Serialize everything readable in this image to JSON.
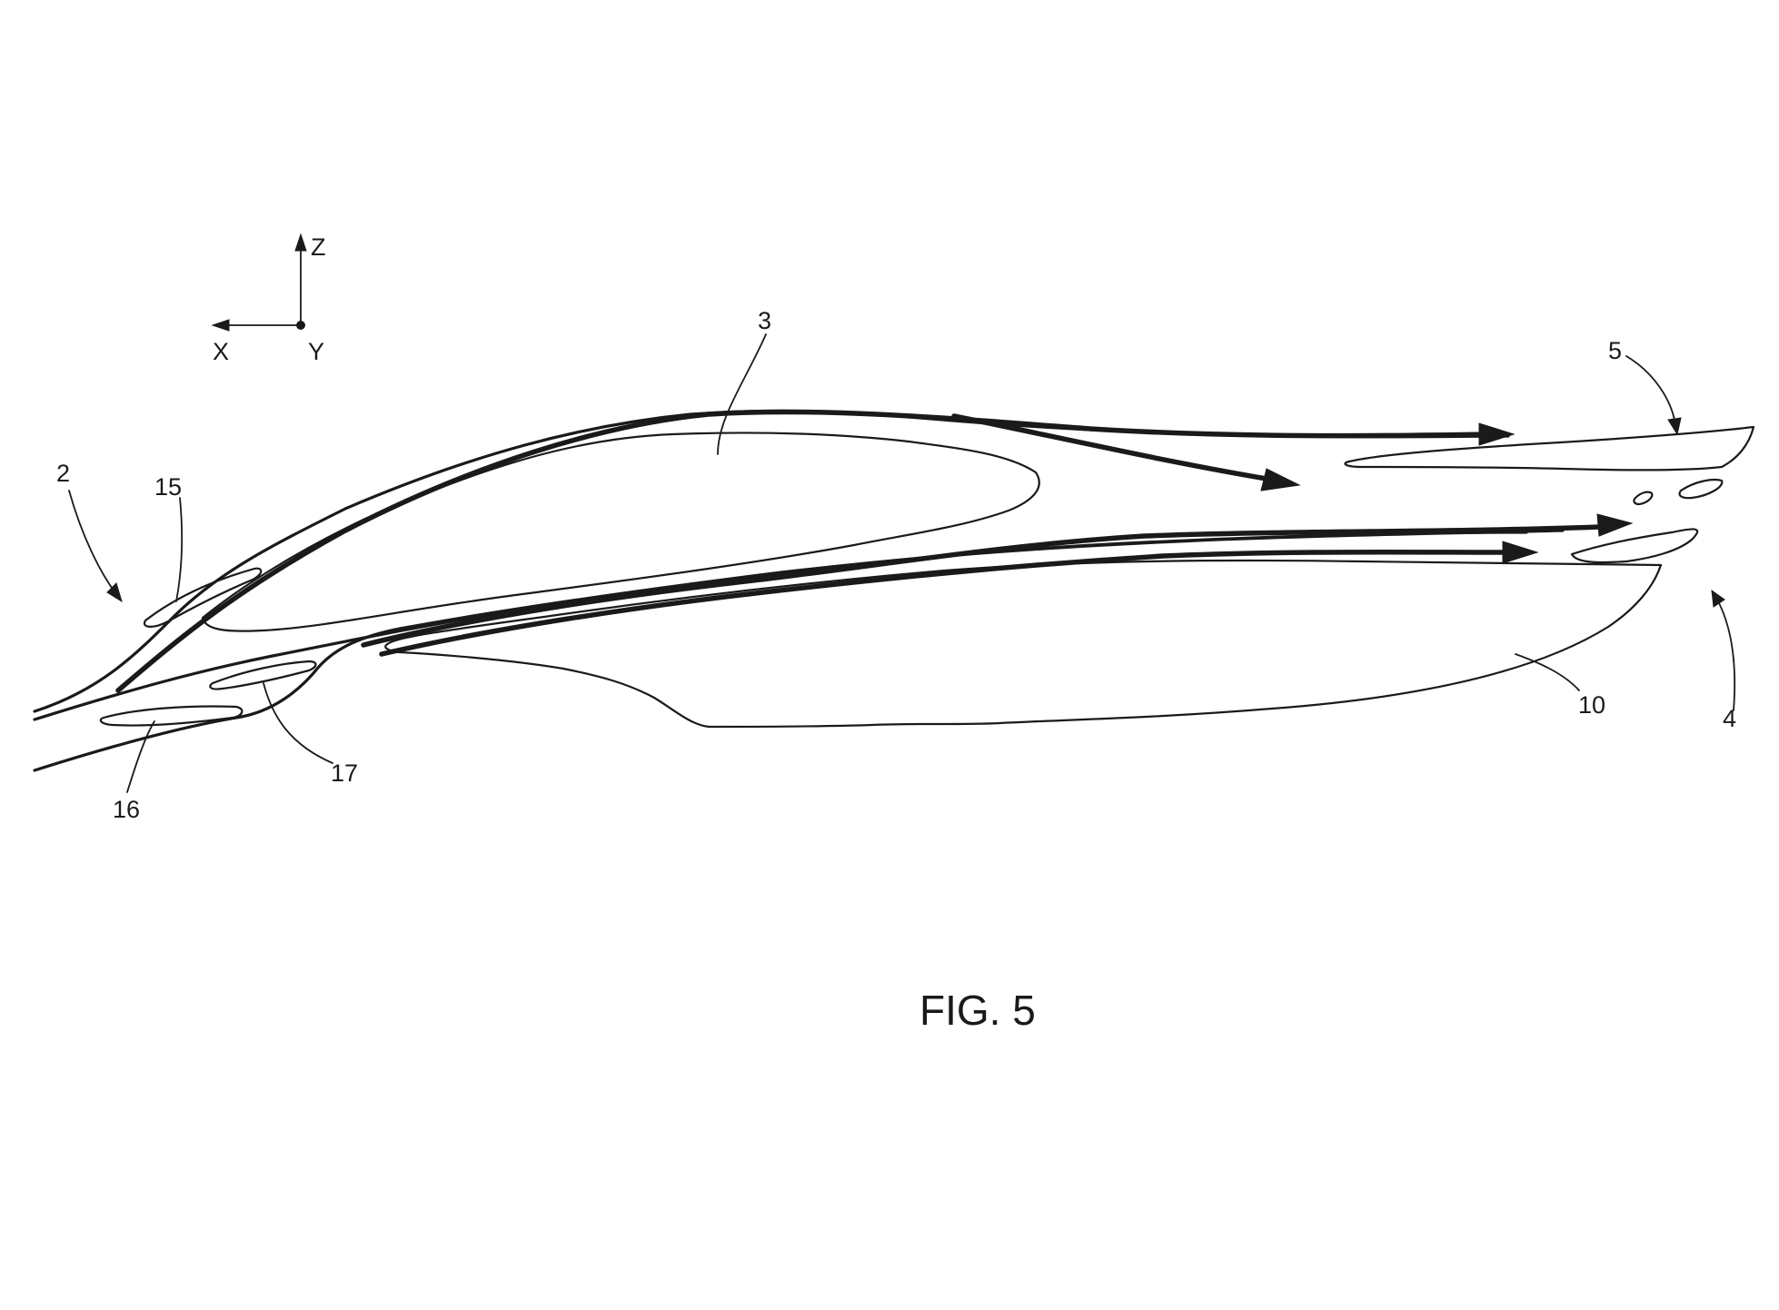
{
  "figure": {
    "caption": "FIG. 5"
  },
  "axes": {
    "z_label": "Z",
    "x_label": "X",
    "y_label": "Y"
  },
  "references": {
    "ref_2": "2",
    "ref_3": "3",
    "ref_4": "4",
    "ref_5": "5",
    "ref_10": "10",
    "ref_15": "15",
    "ref_16": "16",
    "ref_17": "17"
  },
  "colors": {
    "ink": "#1a1a1a",
    "background": "#ffffff"
  }
}
